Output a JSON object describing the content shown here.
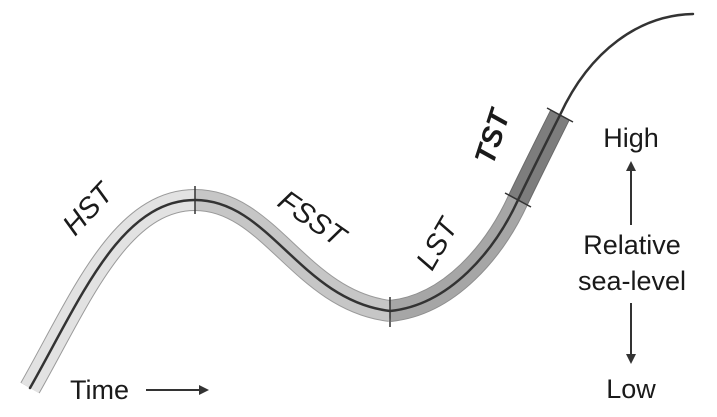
{
  "systems_tracts": [
    {
      "label": "HST",
      "color": "#e2e2e2"
    },
    {
      "label": "FSST",
      "color": "#c6c6c6"
    },
    {
      "label": "LST",
      "color": "#a6a6a6"
    },
    {
      "label": "TST",
      "color": "#7d7d7d"
    }
  ],
  "axis": {
    "high_label": "High",
    "variable_label_line1": "Relative",
    "variable_label_line2": "sea-level",
    "low_label": "Low",
    "time_label": "Time"
  },
  "colors": {
    "curve": "#333333",
    "band_outline": "#9a9a9a",
    "text": "#1a1a1a"
  }
}
